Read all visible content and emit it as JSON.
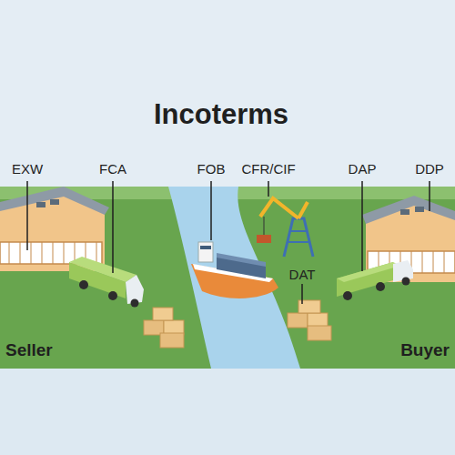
{
  "diagram": {
    "title": "Incoterms",
    "labels": [
      "EXW",
      "FCA",
      "FOB",
      "CFR/CIF",
      "DAP",
      "DDP",
      "DAT",
      "Seller",
      "Buyer"
    ]
  }
}
